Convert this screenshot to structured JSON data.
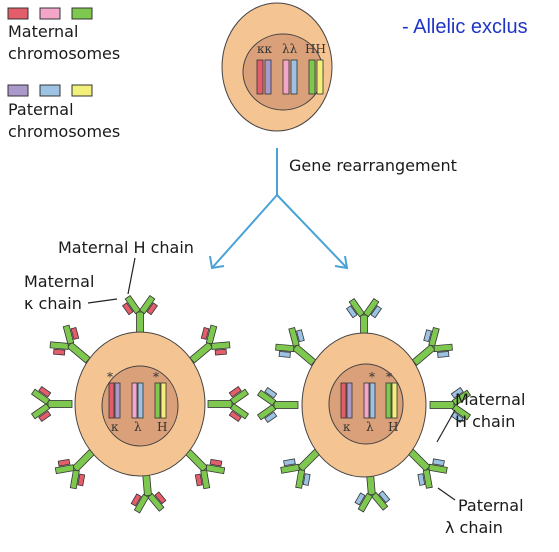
{
  "title": "- Allelic exclus",
  "legend": {
    "maternal_line1": "Maternal",
    "maternal_line2": "chromosomes",
    "paternal_line1": "Paternal",
    "paternal_line2": "chromosomes"
  },
  "arrow_label": "Gene rearrangement",
  "top_cell": {
    "k_label": "κκ",
    "l_label": "λλ",
    "h_label": "HH"
  },
  "left_cell": {
    "k_label": "κ",
    "l_label": "λ",
    "h_label": "H",
    "star_k": "*",
    "star_h": "*",
    "annotation_h_chain": "Maternal H chain",
    "annotation_k_line1": "Maternal",
    "annotation_k_line2": "κ chain"
  },
  "right_cell": {
    "k_label": "κ",
    "l_label": "λ",
    "h_label": "H",
    "star_l": "*",
    "star_h": "*",
    "annotation_h_line1": "Maternal",
    "annotation_h_line2": "H chain",
    "annotation_l_line1": "Paternal",
    "annotation_l_line2": "λ chain"
  },
  "colors": {
    "maternal_k": "#e35d6a",
    "maternal_l": "#f3a6c8",
    "maternal_h": "#7ec850",
    "paternal_k": "#a99acb",
    "paternal_l": "#9cc3e3",
    "paternal_h": "#f2f07a",
    "cell_outer": "#f5c493",
    "cell_inner": "#d9a079",
    "arrow": "#4aa3d6",
    "title": "#1f35c8"
  }
}
